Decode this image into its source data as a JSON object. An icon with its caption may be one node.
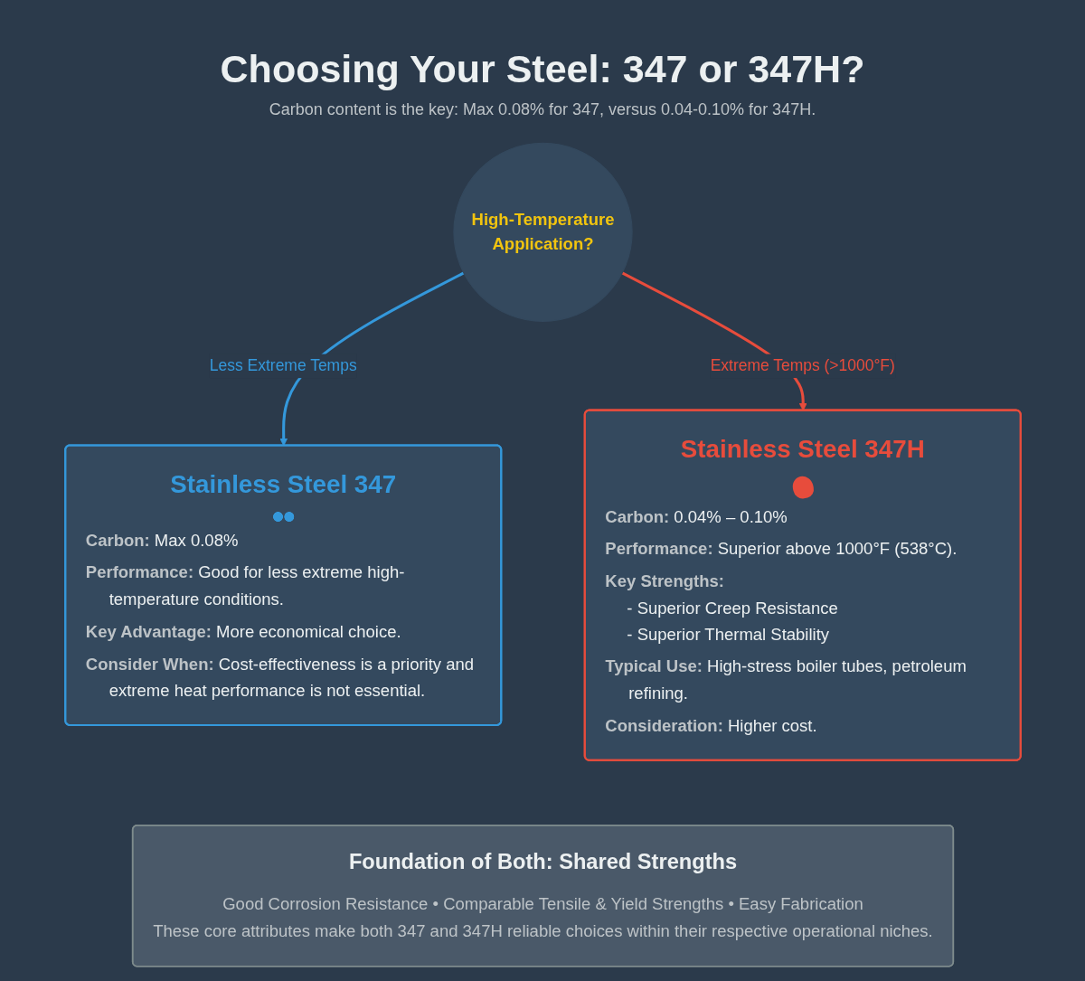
{
  "diagram": {
    "title": "Choosing Your Steel: 347 or 347H?",
    "nodes": [
      {
        "text": [
          "High-Temperature Application?"
        ]
      },
      {
        "text": [
          "Stainless Steel 347",
          "**Carbon:** Max 0.08%",
          "**Performance:** Good for less extreme high-temperature conditions.",
          "**Key Advantage:** More economical choice.",
          "**Consider When:** Cost-effectiveness is a priority and extreme heat performance is not essential."
        ]
      },
      {
        "text": [
          "Stainless Steel 347H",
          "**Carbon:** 0.04% – 0.10%",
          "**Performance:** Superior above 1000°F (538°C).",
          "**Key Strengths:**",
          "- Superior Creep Resistance",
          "- Superior Thermal Stability",
          "**Typical Use:** High-stress boiler tubes, petroleum refining.",
          "**Consideration:** Higher cost."
        ]
      },
      {
        "text": [
          "Foundation of Both: Shared Strengths",
          "Good Corrosion Resistance • Comparable Tensile & Yield Strengths • Easy Fabrication",
          "These core attributes make both 347 and 347H reliable choices within their respective operational niches."
        ]
      }
    ],
    "edges": [
      {
        "from": 0,
        "to": 1,
        "arrow": "to",
        "label": "Less Extreme Temps",
        "color": "#3498db"
      },
      {
        "from": 0,
        "to": 2,
        "arrow": "to",
        "label": "Extreme Temps (>1000°F)",
        "color": "#e74c3c"
      }
    ],
    "labels": [
      "Carbon content is the key: Max 0.08% for 347, versus 0.04-0.10% for 347H."
    ]
  }
}
